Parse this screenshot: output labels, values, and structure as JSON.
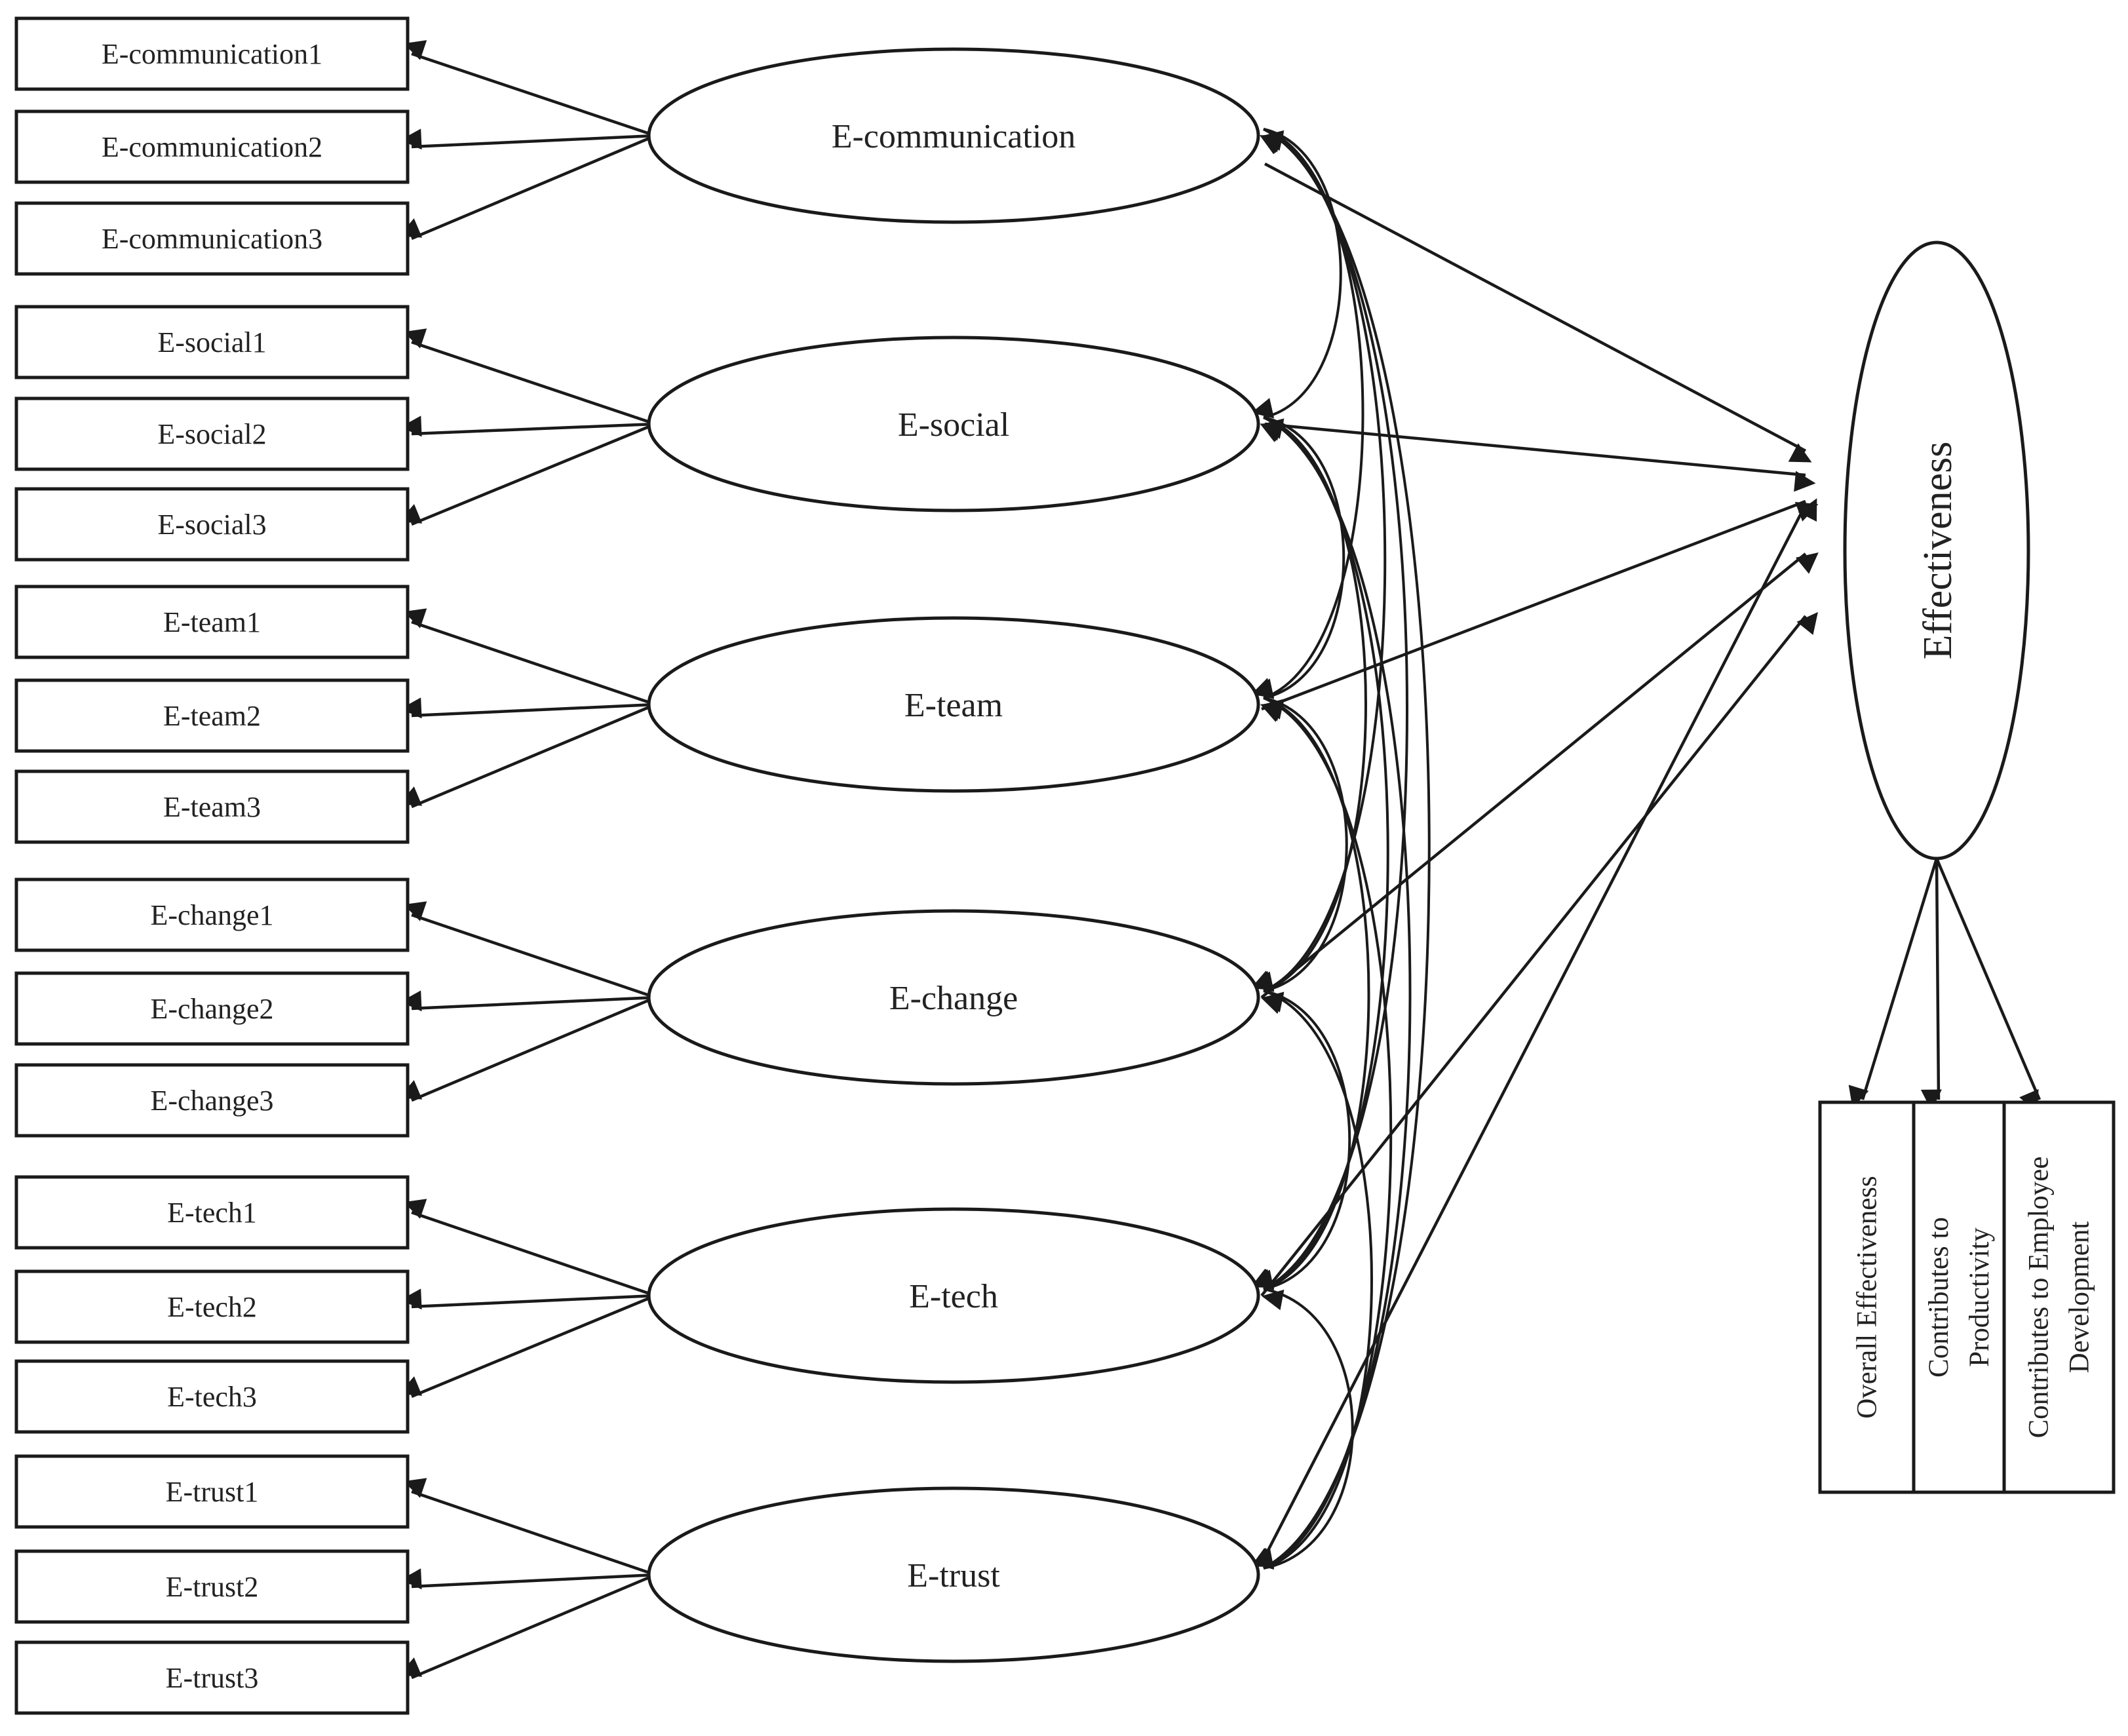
{
  "latents": [
    {
      "id": "comm",
      "label": "E-communication",
      "indicators": [
        "E-communication1",
        "E-communication2",
        "E-communication3"
      ]
    },
    {
      "id": "social",
      "label": "E-social",
      "indicators": [
        "E-social1",
        "E-social2",
        "E-social3"
      ]
    },
    {
      "id": "team",
      "label": "E-team",
      "indicators": [
        "E-team1",
        "E-team2",
        "E-team3"
      ]
    },
    {
      "id": "change",
      "label": "E-change",
      "indicators": [
        "E-change1",
        "E-change2",
        "E-change3"
      ]
    },
    {
      "id": "tech",
      "label": "E-tech",
      "indicators": [
        "E-tech1",
        "E-tech2",
        "E-tech3"
      ]
    },
    {
      "id": "trust",
      "label": "E-trust",
      "indicators": [
        "E-trust1",
        "E-trust2",
        "E-trust3"
      ]
    }
  ],
  "outcome": {
    "label": "Effectiveness",
    "indicators": [
      [
        "Overall Effectiveness"
      ],
      [
        "Contributes to",
        "Productivity"
      ],
      [
        "Contributes to Employee",
        "Development"
      ]
    ]
  },
  "colors": {
    "stroke": "#1a1a1a",
    "text": "#222222",
    "background": "#ffffff"
  }
}
